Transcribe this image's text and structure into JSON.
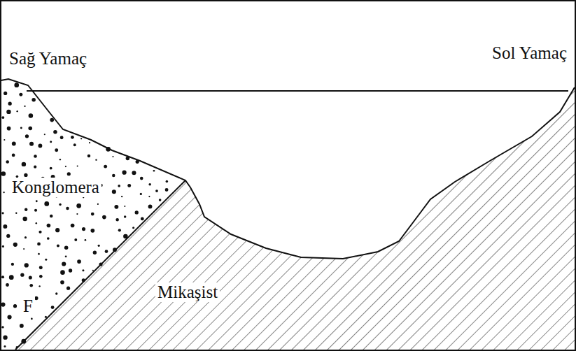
{
  "diagram": {
    "labels": [
      "Sağ Yamaç",
      "Sol Yamaç",
      "Konglomera",
      "F",
      "Mikaşist"
    ]
  }
}
